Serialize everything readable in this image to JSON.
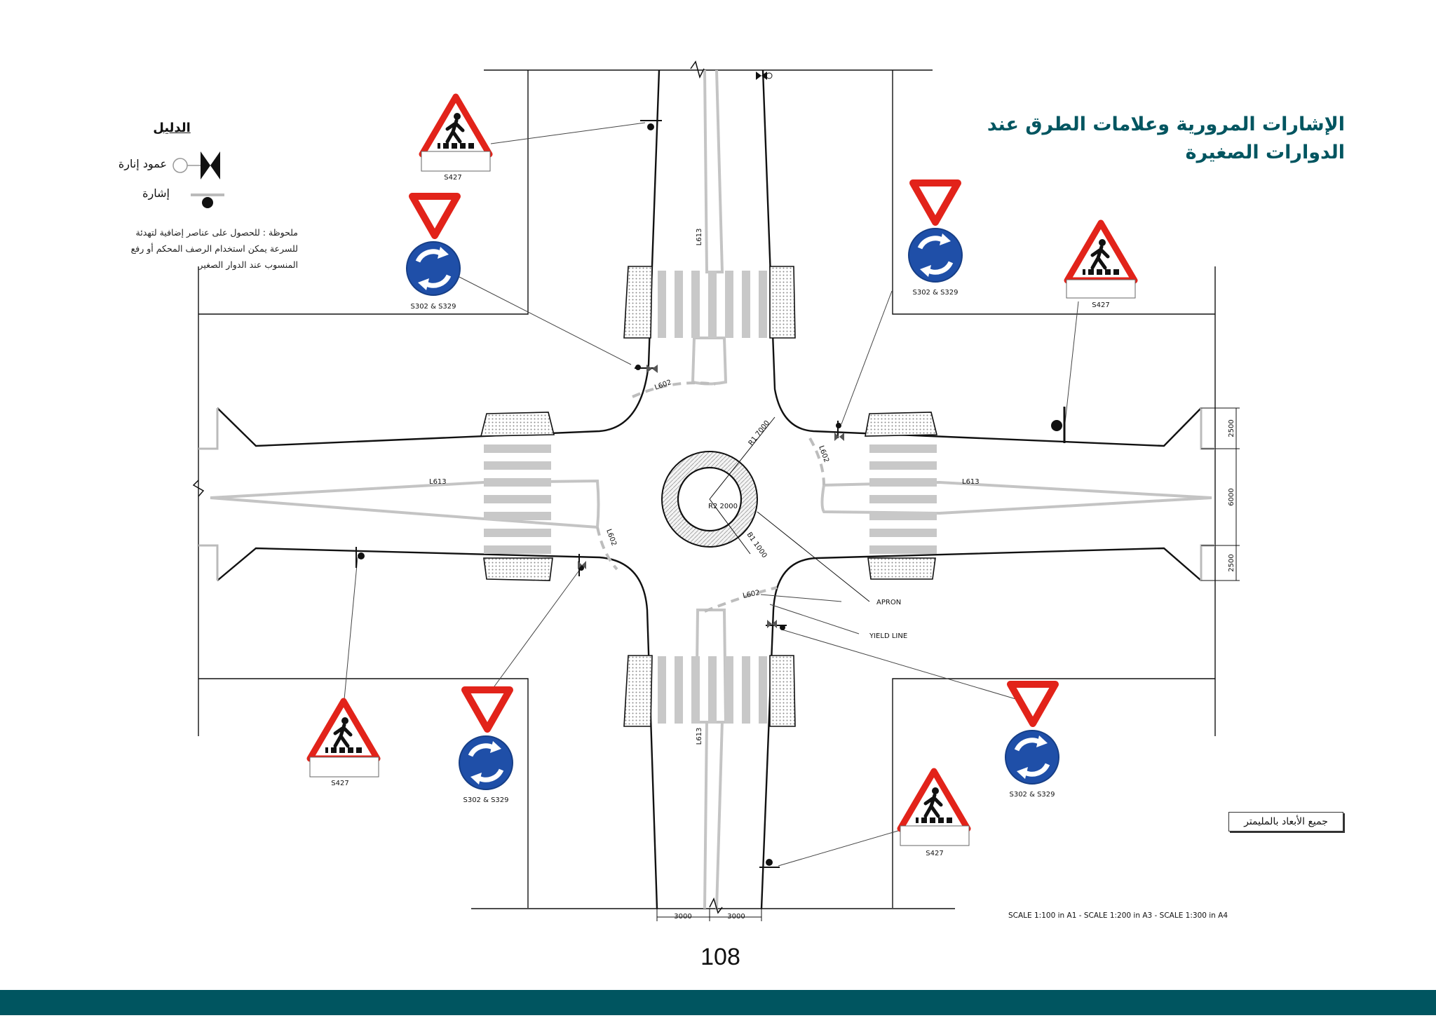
{
  "title": {
    "line1": "الإشارات المرورية وعلامات الطرق عند",
    "line2": "الدوارات الصغيرة"
  },
  "legend": {
    "heading": "الدليل",
    "lighting_pole": "عمود إنارة",
    "sign": "إشارة"
  },
  "note": {
    "line1": "ملحوظة : للحصول على عناصر إضافية لتهدئة",
    "line2": "للسرعة  يمكن استخدام الرصف المحكم أو رفع",
    "line3": "المنسوب عند الدوار الصغير"
  },
  "sign_codes": {
    "pedestrian": "S427",
    "roundabout": "S302 & S329"
  },
  "road_markings": {
    "centre_line": "L613",
    "give_way_line": "L602"
  },
  "geometry_labels": {
    "r1": "R1 7000",
    "r2": "R2 2000",
    "b1": "B1 1000",
    "apron": "APRON",
    "yield_line": "YIELD LINE"
  },
  "dimensions": {
    "lane_right_top": "2500",
    "median_right": "6000",
    "lane_right_bottom": "2500",
    "lane_bottom_left": "3000",
    "lane_bottom_right": "3000"
  },
  "units_note": "جميع الأبعاد بالمليمتر",
  "scale_note": "SCALE 1:100 in A1 - SCALE 1:200 in A3 - SCALE 1:300 in A4",
  "page_number": "108",
  "colors": {
    "brand": "#005560",
    "sign_red": "#e2231a",
    "sign_blue": "#1f4fa8",
    "marking_grey": "#bdbdbd"
  }
}
